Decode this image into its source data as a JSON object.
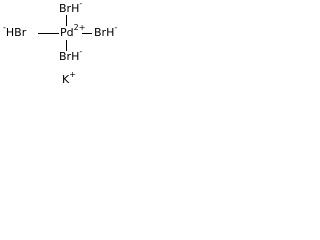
{
  "structure": {
    "center": {
      "label": "Pd",
      "charge": "2+"
    },
    "ligand_top": {
      "label": "BrH",
      "charge": "-"
    },
    "ligand_left": {
      "label": "HBr",
      "charge": "-"
    },
    "ligand_right": {
      "label": "BrH",
      "charge": "-"
    },
    "ligand_bottom": {
      "label": "BrH",
      "charge": "-"
    },
    "counterion": {
      "label": "K",
      "charge": "+"
    }
  }
}
